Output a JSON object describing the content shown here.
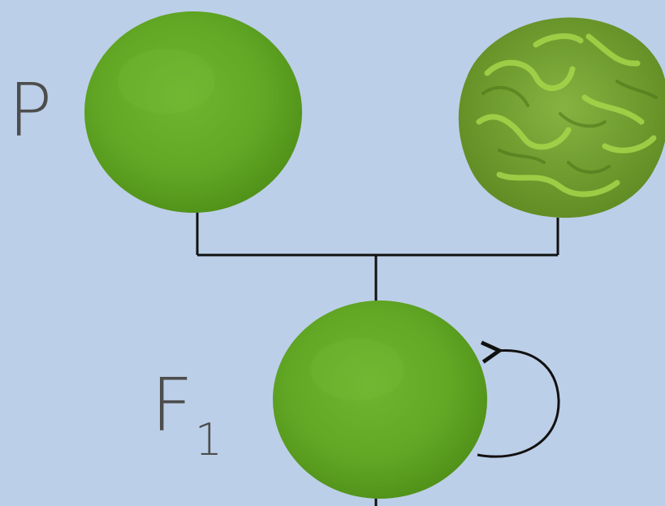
{
  "labels": {
    "parental": "P",
    "filial_letter": "F",
    "filial_subscript": "1"
  },
  "colors": {
    "background": "#bccfe8",
    "smooth_pea": "#68ad2a",
    "wrinkled_pea": "#7aa83a",
    "wrinkle_highlight": "#a8d84a",
    "line": "#111111",
    "label": "#4d4d4d"
  },
  "peas": {
    "parent_smooth": "smooth",
    "parent_wrinkled": "wrinkled",
    "f1_offspring": "smooth"
  }
}
